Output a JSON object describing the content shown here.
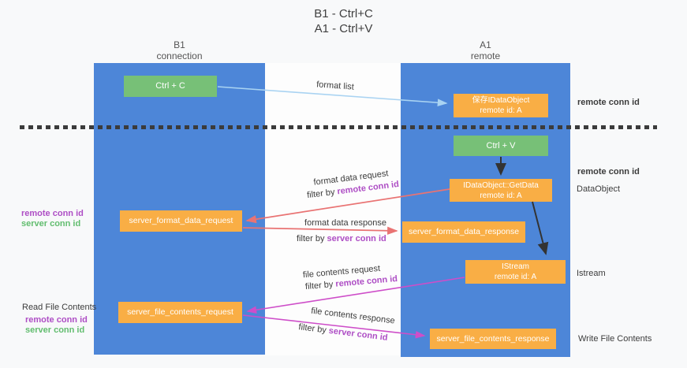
{
  "title": {
    "line1": "B1 - Ctrl+C",
    "line2": "A1 - Ctrl+V"
  },
  "columns": {
    "left": {
      "title": "B1",
      "subtitle": "connection"
    },
    "right": {
      "title": "A1",
      "subtitle": "remote"
    }
  },
  "nodes": {
    "ctrl_c": {
      "label": "Ctrl + C"
    },
    "ctrl_v": {
      "label": "Ctrl + V"
    },
    "store_dataobject": {
      "line1": "保存IDataObject",
      "line2": "remote id: A"
    },
    "getdata": {
      "line1": "IDataObject::GetData",
      "line2": "remote id: A"
    },
    "istream": {
      "line1": "IStream",
      "line2": "remote id: A"
    },
    "format_request": {
      "label": "server_format_data_request"
    },
    "format_response": {
      "label": "server_format_data_response"
    },
    "file_request": {
      "label": "server_file_contents_request"
    },
    "file_response": {
      "label": "server_file_contents_response"
    }
  },
  "arrow_labels": {
    "format_list": "format list",
    "format_data_request": "format data request",
    "format_data_response": "format data response",
    "file_contents_request": "file contents request",
    "file_contents_response": "file contents response",
    "filter_by": "filter by",
    "remote_conn_id": "remote conn id",
    "server_conn_id": "server conn id"
  },
  "side_labels": {
    "remote_conn_id": "remote conn id",
    "server_conn_id": "server conn id",
    "dataobject": "DataObject",
    "istream": "Istream",
    "read_file_contents": "Read File Contents",
    "write_file_contents": "Write File Contents"
  },
  "colors": {
    "column_blue": "#4d86d8",
    "node_green": "#77c077",
    "node_orange": "#f9ae45",
    "arrow_lightblue": "#a9d3f2",
    "arrow_red": "#e97373",
    "arrow_magenta": "#ce4ec9",
    "arrow_black": "#333333",
    "text_purple": "#ae4ec5",
    "text_green": "#62bd6f",
    "dash_color": "#3b3b3b"
  }
}
